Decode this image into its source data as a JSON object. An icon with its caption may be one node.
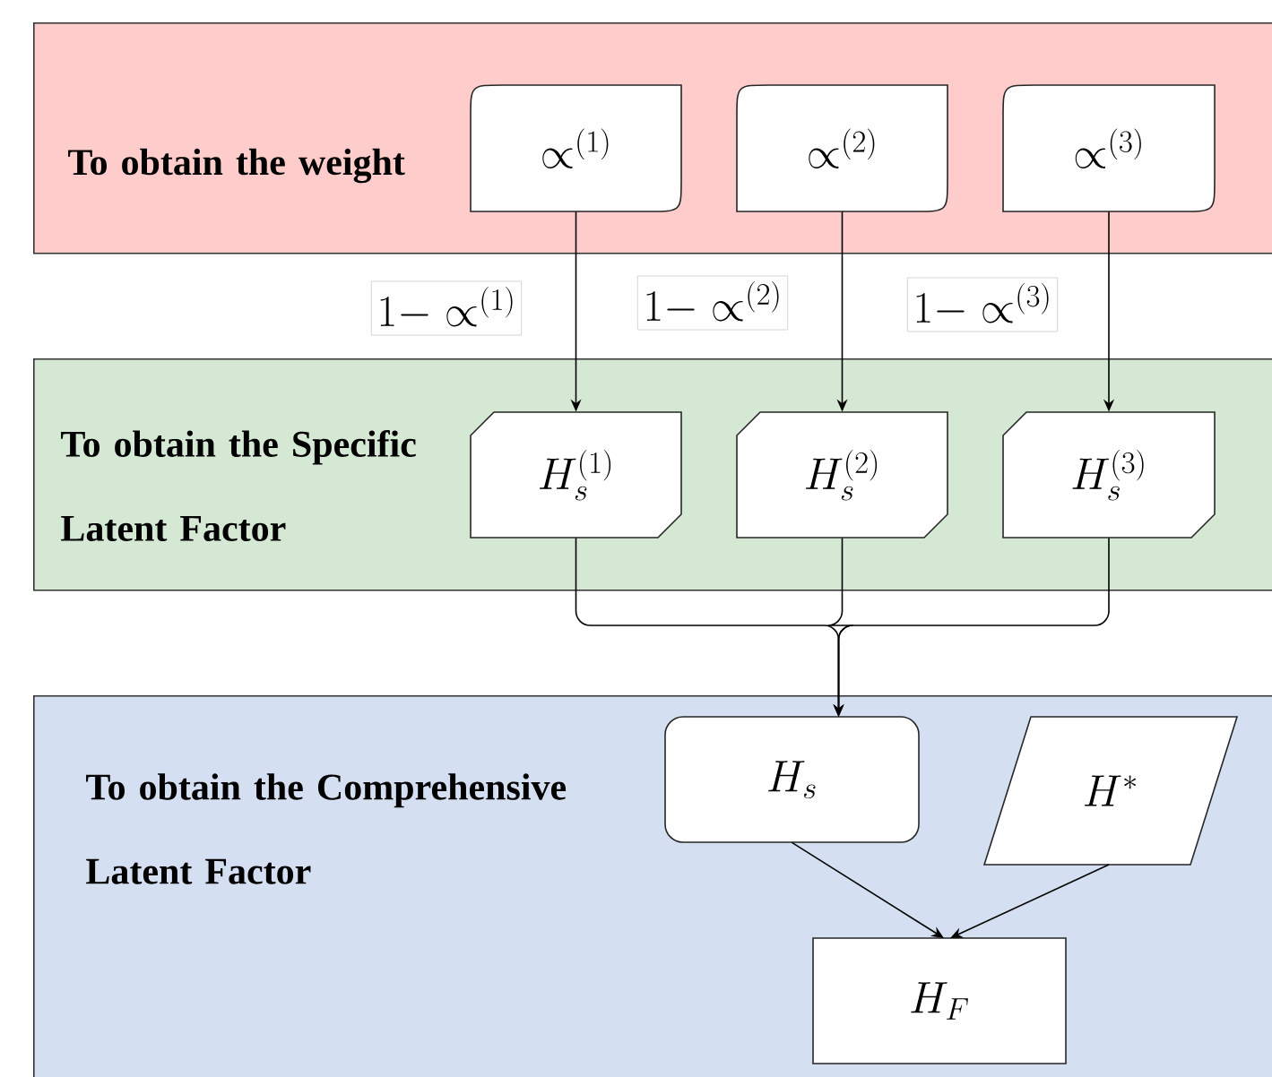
{
  "diagram": {
    "nodes": [
      {
        "text": [
          "To obtain the weight"
        ]
      },
      {
        "text": [
          "\\propto^{(1)}"
        ],
        "in": 0
      },
      {
        "text": [
          "\\propto^{(2)}"
        ],
        "in": 0
      },
      {
        "text": [
          "\\propto^{(3)}"
        ],
        "in": 0
      },
      {
        "text": [
          "To obtain the Specific Latent Factor"
        ]
      },
      {
        "text": [
          "H_s^{(1)}"
        ],
        "in": 4
      },
      {
        "text": [
          "H_s^{(2)}"
        ],
        "in": 4
      },
      {
        "text": [
          "H_s^{(3)}"
        ],
        "in": 4
      },
      {
        "text": [
          "To obtain the Comprehensive Latent Factor"
        ]
      },
      {
        "text": [
          "H_s"
        ],
        "in": 8
      },
      {
        "text": [
          "H^*"
        ],
        "in": 8
      },
      {
        "text": [
          "H_F"
        ],
        "in": 8
      }
    ],
    "edges": [
      {
        "from": 1,
        "to": 5,
        "arrow": "to",
        "label": "1-\\propto^{(1)}"
      },
      {
        "from": 2,
        "to": 6,
        "arrow": "to",
        "label": "1-\\propto^{(2)}"
      },
      {
        "from": 3,
        "to": 7,
        "arrow": "to",
        "label": "1-\\propto^{(3)}"
      },
      {
        "from": 5,
        "to": 9,
        "arrow": "to"
      },
      {
        "from": 6,
        "to": 9,
        "arrow": "to"
      },
      {
        "from": 7,
        "to": 9,
        "arrow": "to"
      },
      {
        "from": 9,
        "to": 11,
        "arrow": "to"
      },
      {
        "from": 10,
        "to": 11,
        "arrow": "to"
      }
    ]
  }
}
